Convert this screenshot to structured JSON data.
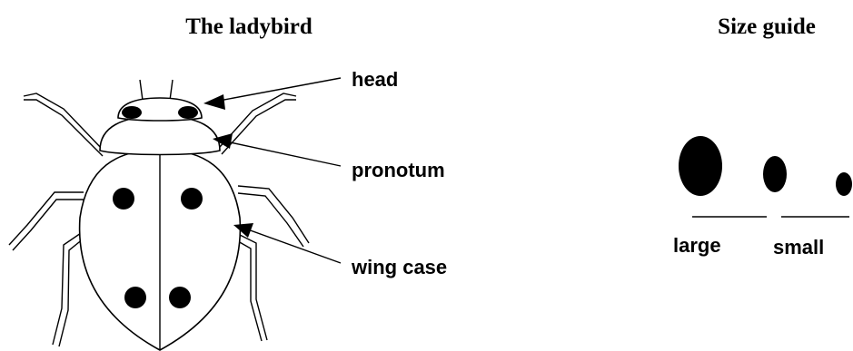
{
  "diagram": {
    "title": "The ladybird",
    "labels": {
      "head": "head",
      "pronotum": "pronotum",
      "wing_case": "wing case"
    }
  },
  "size_guide": {
    "title": "Size guide",
    "large_label": "large",
    "small_label": "small"
  }
}
